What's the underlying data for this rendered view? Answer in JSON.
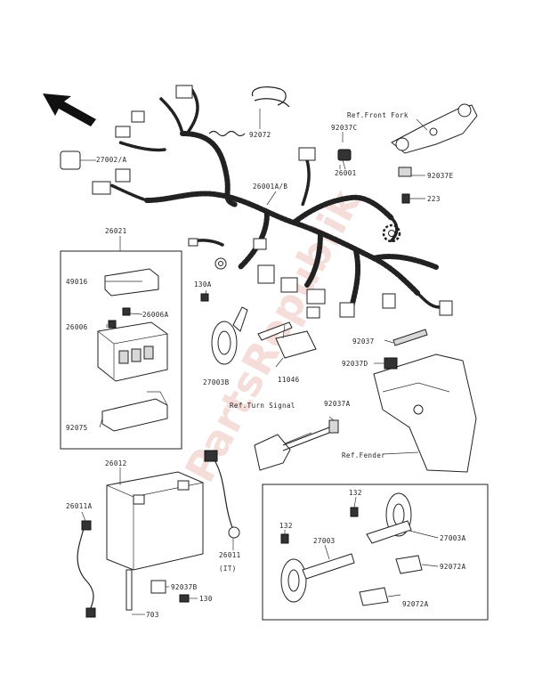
{
  "labels": {
    "p92072": "92072",
    "p92037c": "92037C",
    "ref_front_fork": "Ref.Front Fork",
    "p27002a": "27002/A",
    "p26001": "26001",
    "p92037e": "92037E",
    "p26001ab": "26001A/B",
    "p223": "223",
    "p26021": "26021",
    "p49016": "49016",
    "p26006a": "26006A",
    "p26006": "26006",
    "p92075": "92075",
    "p130a": "130A",
    "p27003b": "27003B",
    "p11046": "11046",
    "p92037": "92037",
    "p92037d": "92037D",
    "p92037a": "92037A",
    "ref_turn_signal": "Ref.Turn Signal",
    "ref_fender": "Ref.Fender",
    "p26012": "26012",
    "p26011a": "26011A",
    "p26011": "26011",
    "it_label": "(IT)",
    "p132a": "132",
    "p132b": "132",
    "p27003": "27003",
    "p27003a": "27003A",
    "p92072a_1": "92072A",
    "p92072a_2": "92072A",
    "p92037b": "92037B",
    "p130": "130",
    "p703": "703"
  },
  "watermark": "PartsRepublik",
  "icons": [
    "direction-arrow-icon",
    "gear-icon"
  ],
  "colors": {
    "line": "#222222",
    "background": "#ffffff",
    "watermark": "#e6a8a0"
  }
}
